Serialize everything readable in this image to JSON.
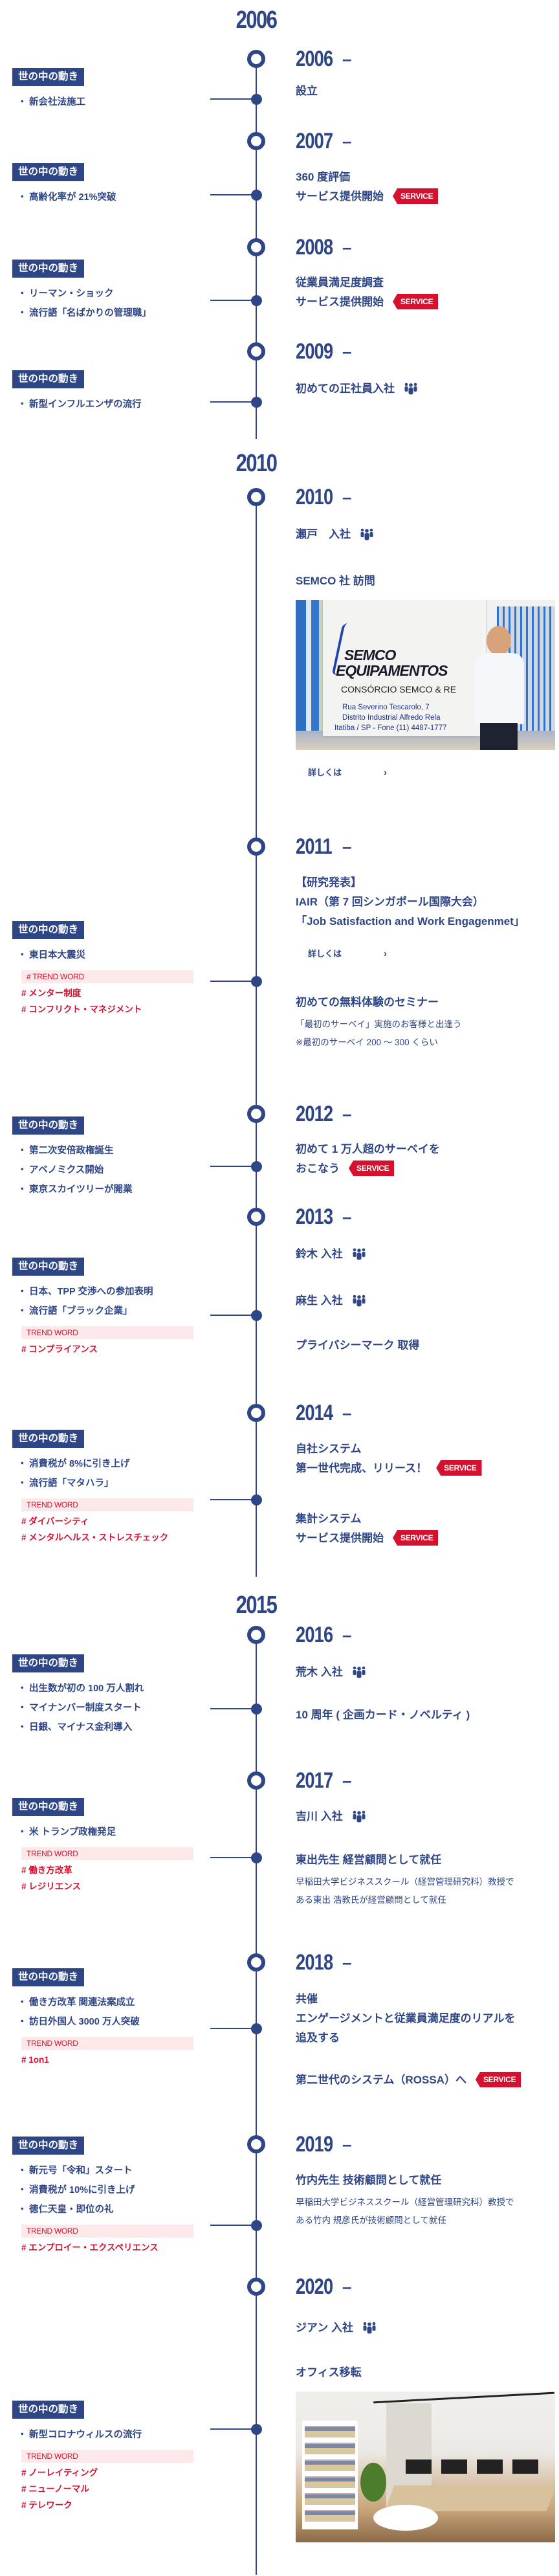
{
  "eras": [
    "2006",
    "2010",
    "2015"
  ],
  "world_label": "世の中の動き",
  "service_badge": "SERVICE",
  "colors": {
    "navy": "#2e4686",
    "red": "#d6112f",
    "trend_bg": "#fde9e9"
  },
  "years": [
    {
      "year": "2006",
      "dash": "–",
      "events": [
        {
          "lines": [
            "設立"
          ]
        }
      ],
      "world": {
        "items": [
          "新会社法施工"
        ]
      }
    },
    {
      "year": "2007",
      "dash": "–",
      "events": [
        {
          "lines": [
            "360 度評価",
            "サービス提供開始"
          ],
          "badge": "SERVICE"
        }
      ],
      "world": {
        "items": [
          "高齢化率が 21%突破"
        ]
      }
    },
    {
      "year": "2008",
      "dash": "–",
      "events": [
        {
          "lines": [
            "従業員満足度調査",
            "サービス提供開始"
          ],
          "badge": "SERVICE"
        }
      ],
      "world": {
        "items": [
          "リーマン・ショック",
          "流行語「名ばかりの管理職」"
        ]
      }
    },
    {
      "year": "2009",
      "dash": "–",
      "events": [
        {
          "lines": [
            "初めての正社員入社"
          ],
          "icon": "people-icon"
        }
      ],
      "world": {
        "items": [
          "新型インフルエンザの流行"
        ]
      }
    },
    {
      "year": "2010",
      "dash": "–",
      "events": [
        {
          "lines": [
            "瀬戸　入社"
          ],
          "icon": "people-icon"
        },
        {
          "lines": [
            "SEMCO 社 訪問"
          ],
          "photo": {
            "kind": "semco",
            "sign": [
              "SEMCO",
              "EQUIPAMENTOS",
              "CONSÓRCIO SEMCO & RE",
              "Rua Severino Tescarolo, 7",
              "Distrito Industrial Alfredo Rela",
              "Itatiba / SP - Fone (11) 4487-1777"
            ]
          },
          "link": {
            "label": "詳しくは",
            "chevron": "›"
          }
        }
      ]
    },
    {
      "year": "2011",
      "dash": "–",
      "events": [
        {
          "lines": [
            "【研究発表】",
            " IAIR（第 7 回シンガポール国際大会）",
            "「Job Satisfaction and Work Engagenmet」"
          ],
          "link": {
            "label": "詳しくは",
            "chevron": "›"
          }
        },
        {
          "lines": [
            "初めての無料体験のセミナー"
          ],
          "desc": [
            "「最初のサーベイ」実施のお客様と出逢う",
            "※最初のサーベイ 200 ～ 300 くらい"
          ]
        }
      ],
      "world": {
        "items": [
          "東日本大震災"
        ],
        "trend": "# TREND WORD",
        "tags": [
          "# メンター制度",
          "# コンフリクト・マネジメント"
        ]
      }
    },
    {
      "year": "2012",
      "dash": "–",
      "events": [
        {
          "lines": [
            "初めて 1 万人超のサーベイを",
            "おこなう"
          ],
          "badge": "SERVICE"
        }
      ],
      "world": {
        "items": [
          "第二次安倍政権誕生",
          "アベノミクス開始",
          "東京スカイツリーが開業"
        ]
      }
    },
    {
      "year": "2013",
      "dash": "–",
      "events": [
        {
          "lines": [
            "鈴木 入社"
          ],
          "icon": "people-icon"
        },
        {
          "lines": [
            "麻生 入社"
          ],
          "icon": "people-icon"
        },
        {
          "lines": [
            "プライバシーマーク 取得"
          ]
        }
      ],
      "world": {
        "items": [
          "日本、TPP 交渉への参加表明",
          "流行語「ブラック企業」"
        ],
        "trend": "TREND WORD",
        "tags": [
          "# コンプライアンス"
        ]
      }
    },
    {
      "year": "2014",
      "dash": "–",
      "events": [
        {
          "lines": [
            "自社システム",
            "第一世代完成、リリース！"
          ],
          "badge": "SERVICE"
        },
        {
          "lines": [
            "集計システム",
            "サービス提供開始"
          ],
          "badge": "SERVICE"
        }
      ],
      "world": {
        "items": [
          "消費税が 8%に引き上げ",
          "流行語「マタハラ」"
        ],
        "trend": "TREND WORD",
        "tags": [
          "# ダイバーシティ",
          "# メンタルヘルス・ストレスチェック"
        ]
      }
    },
    {
      "year": "2016",
      "dash": "–",
      "events": [
        {
          "lines": [
            "荒木 入社"
          ],
          "icon": "people-icon"
        },
        {
          "lines": [
            "10 周年 ( 企画カード・ノベルティ )"
          ]
        }
      ],
      "world": {
        "items": [
          "出生数が初の 100 万人割れ",
          "マイナンバー制度スタート",
          "日銀、マイナス金利導入"
        ]
      }
    },
    {
      "year": "2017",
      "dash": "–",
      "events": [
        {
          "lines": [
            "吉川 入社"
          ],
          "icon": "people-icon"
        },
        {
          "lines": [
            "東出先生 経営顧問として就任"
          ],
          "desc": [
            "早稲田大学ビジネススクール（経営管理研究科）教授で",
            "ある東出 浩教氏が経営顧問として就任"
          ]
        }
      ],
      "world": {
        "items": [
          "米 トランプ政権発足"
        ],
        "trend": "TREND WORD",
        "tags": [
          "# 働き方改革",
          "# レジリエンス"
        ]
      }
    },
    {
      "year": "2018",
      "dash": "–",
      "events": [
        {
          "lines": [
            "共催",
            "エンゲージメントと従業員満足度のリアルを",
            "追及する"
          ]
        },
        {
          "lines": [
            "第二世代のシステム（ROSSA）へ"
          ],
          "badge": "SERVICE"
        }
      ],
      "world": {
        "items": [
          "働き方改革 関連法案成立",
          "訪日外国人 3000 万人突破"
        ],
        "trend": "TREND WORD",
        "tags": [
          "# 1on1"
        ]
      }
    },
    {
      "year": "2019",
      "dash": "–",
      "events": [
        {
          "lines": [
            "竹内先生 技術顧問として就任"
          ],
          "desc": [
            "早稲田大学ビジネススクール（経営管理研究科）教授で",
            "ある竹内 規彦氏が技術顧問として就任"
          ]
        }
      ],
      "world": {
        "items": [
          "新元号「令和」スタート",
          "消費税が 10%に引き上げ",
          "徳仁天皇・即位の礼"
        ],
        "trend": "TREND WORD",
        "tags": [
          "# エンプロイー・エクスペリエンス"
        ]
      }
    },
    {
      "year": "2020",
      "dash": "–",
      "events": [
        {
          "lines": [
            "ジアン 入社"
          ],
          "icon": "people-icon"
        },
        {
          "lines": [
            "オフィス移転"
          ],
          "photo": {
            "kind": "office"
          }
        }
      ],
      "world": {
        "items": [
          "新型コロナウィルスの流行"
        ],
        "trend": "TREND WORD",
        "tags": [
          "# ノーレイティング",
          "# ニューノーマル",
          "# テレワーク"
        ]
      }
    }
  ]
}
